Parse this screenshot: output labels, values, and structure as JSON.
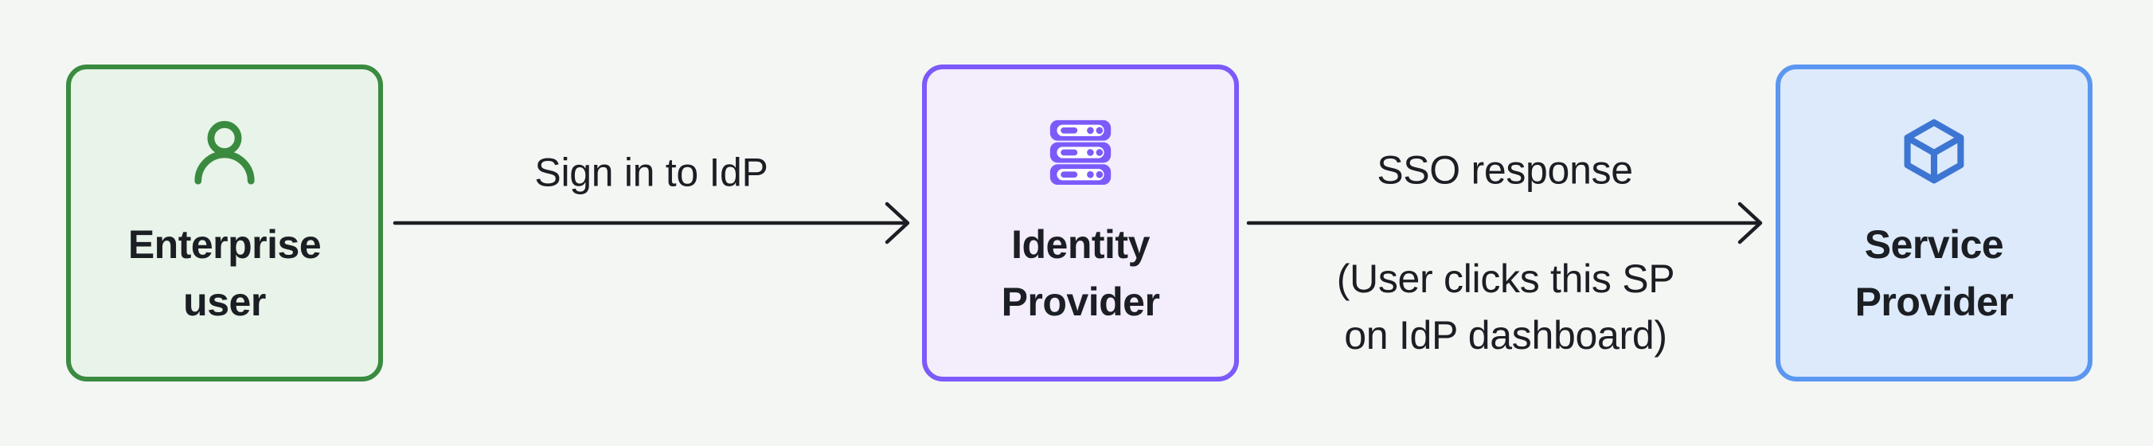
{
  "diagram": {
    "background_color": "#f4f6f4",
    "text_color": "#1b1e23",
    "nodes": [
      {
        "id": "enterprise-user",
        "label_line1": "Enterprise",
        "label_line2": "user",
        "icon": "user-icon",
        "border_color": "#3a8b40",
        "fill_color": "#e8f4e9",
        "icon_color": "#3a8b40"
      },
      {
        "id": "identity-provider",
        "label_line1": "Identity",
        "label_line2": "Provider",
        "icon": "server-icon",
        "border_color": "#7c5afa",
        "fill_color": "#f3edfc",
        "icon_color": "#7c5afa"
      },
      {
        "id": "service-provider",
        "label_line1": "Service",
        "label_line2": "Provider",
        "icon": "cube-icon",
        "border_color": "#5b97f0",
        "fill_color": "#ddeafc",
        "icon_color": "#3d76d2"
      }
    ],
    "arrows": [
      {
        "id": "sign-in-to-idp",
        "label": "Sign in to IdP",
        "color": "#1b1e23"
      },
      {
        "id": "sso-response",
        "label": "SSO response",
        "sublabel_line1": "(User clicks this SP",
        "sublabel_line2": "on IdP dashboard)",
        "color": "#1b1e23"
      }
    ]
  }
}
